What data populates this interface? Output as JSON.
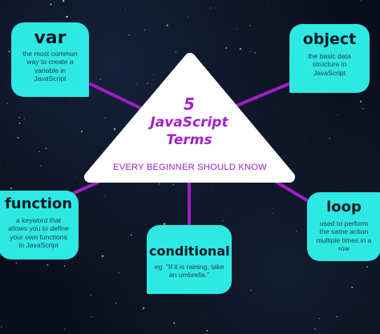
{
  "center": {
    "number": "5",
    "title_line1": "JavaScript",
    "title_line2": "Terms",
    "subtitle": "EVERY BEGINNER SHOULD KNOW"
  },
  "terms": {
    "var": {
      "term": "var",
      "desc_line1": "the most common",
      "desc_line2": "way to create a",
      "desc_line3": "variable in",
      "desc_line4": "JavaScript"
    },
    "object": {
      "term": "object",
      "desc_line1": "the basic data",
      "desc_line2": "structure in",
      "desc_line3": "JavaScript"
    },
    "function": {
      "term": "function",
      "desc_line1": "a keyword that",
      "desc_line2": "allows you to define",
      "desc_line3": "your own functions",
      "desc_line4": "in JavaScript"
    },
    "conditional": {
      "term": "conditional",
      "desc_line1": "eg. \"If it is raining, take",
      "desc_line2": "an umbrella.\""
    },
    "loop": {
      "term": "loop",
      "desc_line1": "used to perform",
      "desc_line2": "the same action",
      "desc_line3": "multiple times in a",
      "desc_line4": "row"
    }
  },
  "colors": {
    "card": "#2ee8e4",
    "accent": "#a321c8",
    "connector": "#a01fc4",
    "triangle": "#ffffff",
    "background": "#0a0f1c"
  }
}
